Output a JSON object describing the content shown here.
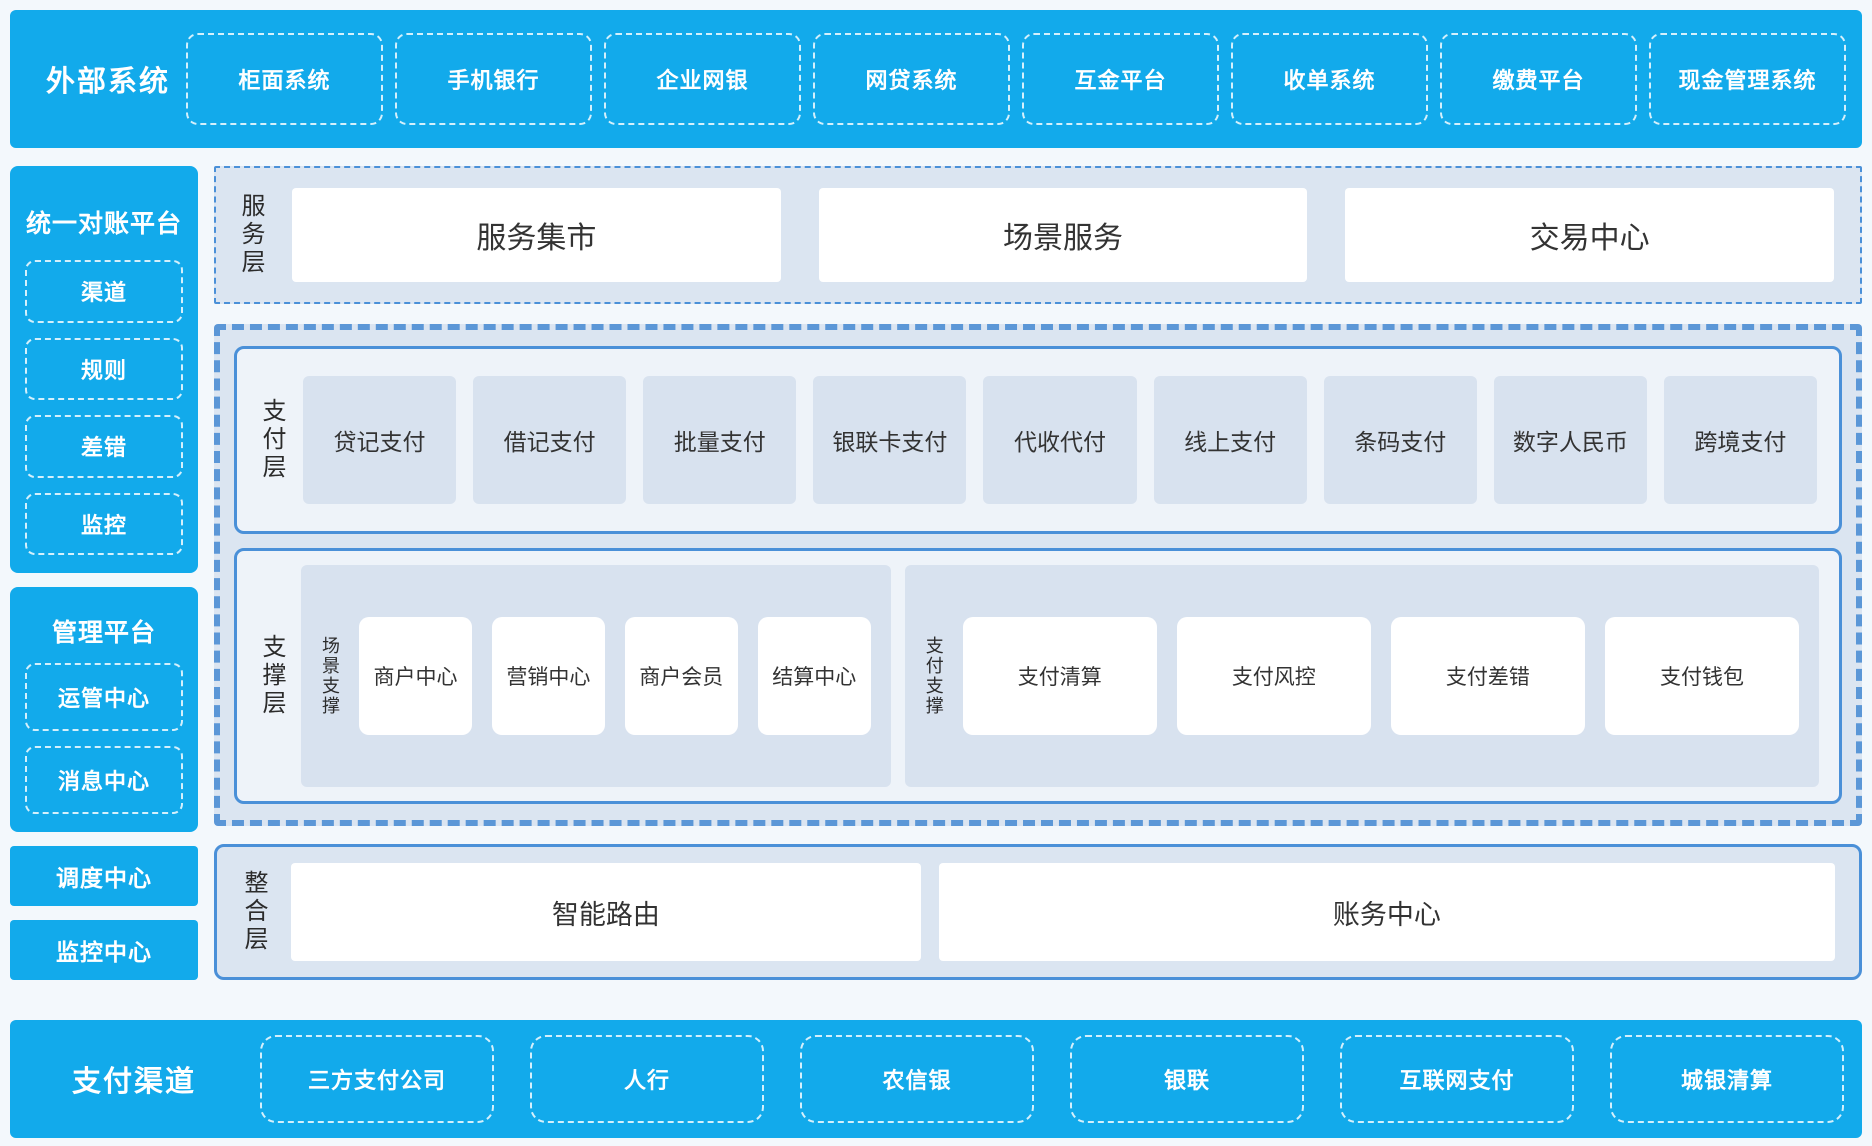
{
  "colors": {
    "brand_blue": "#12AAEB",
    "panel_light_bg": "#DBE5F1",
    "chip_gray_blue": "#D8E2EF",
    "solid_border_blue": "#4A90D8",
    "dashed_border_blue": "#5B97D7",
    "text_dark": "#333333",
    "text_white": "#FFFFFF"
  },
  "external_systems": {
    "label": "外部系统",
    "items": [
      "柜面系统",
      "手机银行",
      "企业网银",
      "网贷系统",
      "互金平台",
      "收单系统",
      "缴费平台",
      "现金管理系统"
    ]
  },
  "left_sidebar": {
    "reconciliation": {
      "title": "统一对账平台",
      "items": [
        "渠道",
        "规则",
        "差错",
        "监控"
      ]
    },
    "management": {
      "title": "管理平台",
      "items": [
        "运管中心",
        "消息中心"
      ]
    },
    "standalone": [
      "调度中心",
      "监控中心"
    ]
  },
  "service_layer": {
    "label": "服务层",
    "items": [
      "服务集市",
      "场景服务",
      "交易中心"
    ]
  },
  "payment_layer": {
    "label": "支付层",
    "items": [
      "贷记支付",
      "借记支付",
      "批量支付",
      "银联卡支付",
      "代收代付",
      "线上支付",
      "条码支付",
      "数字人民币",
      "跨境支付"
    ]
  },
  "support_layer": {
    "label": "支撑层",
    "groups": [
      {
        "label": "场景支撑",
        "items": [
          "商户中心",
          "营销中心",
          "商户会员",
          "结算中心"
        ]
      },
      {
        "label": "支付支撑",
        "items": [
          "支付清算",
          "支付风控",
          "支付差错",
          "支付钱包"
        ]
      }
    ]
  },
  "integration_layer": {
    "label": "整合层",
    "items": [
      "智能路由",
      "账务中心"
    ]
  },
  "payment_channels": {
    "label": "支付渠道",
    "items": [
      "三方支付公司",
      "人行",
      "农信银",
      "银联",
      "互联网支付",
      "城银清算"
    ]
  }
}
